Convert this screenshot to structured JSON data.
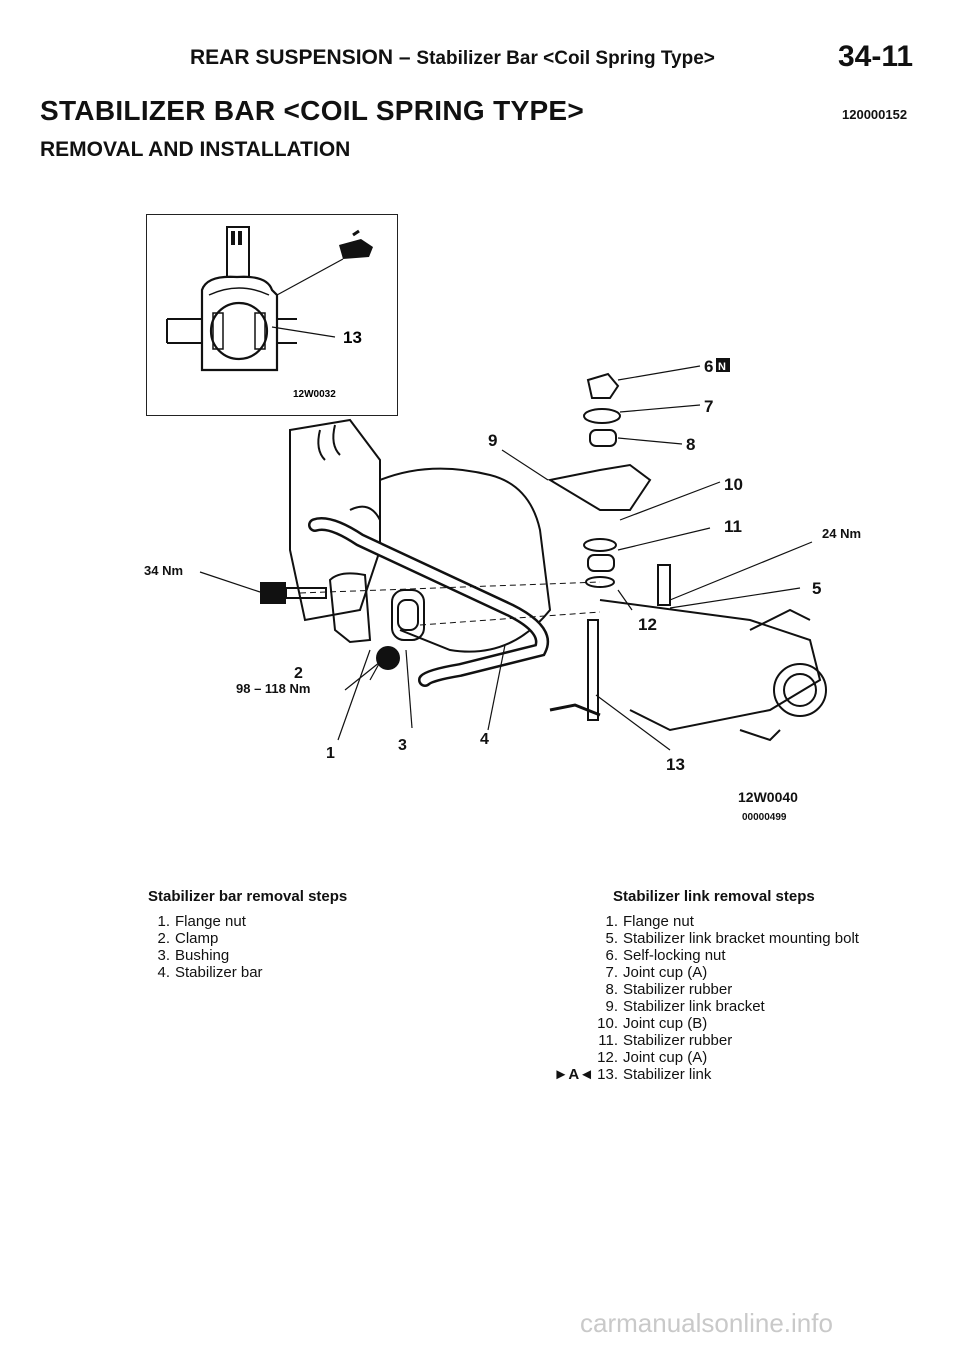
{
  "header": {
    "section": "REAR SUSPENSION",
    "dash": "–",
    "subsection": "Stabilizer Bar <Coil Spring Type>",
    "page_number": "34-11"
  },
  "title": "STABILIZER BAR <COIL SPRING TYPE>",
  "doc_id": "120000152",
  "subtitle": "REMOVAL AND INSTALLATION",
  "inset": {
    "callout": "13",
    "figure_code": "12W0032"
  },
  "diagram": {
    "figure_code": "12W0040",
    "figure_serial": "00000499",
    "callouts": {
      "c1": "1",
      "c2": "2",
      "c3": "3",
      "c4": "4",
      "c5": "5",
      "c6": "6",
      "c6_badge": "N",
      "c7": "7",
      "c8": "8",
      "c9": "9",
      "c10": "10",
      "c11": "11",
      "c12": "12",
      "c13": "13"
    },
    "torques": {
      "t34": "34 Nm",
      "t98": "98 – 118 Nm",
      "t24": "24 Nm"
    }
  },
  "bar_steps": {
    "title": "Stabilizer bar removal steps",
    "items": [
      {
        "num": "1.",
        "text": "Flange nut"
      },
      {
        "num": "2.",
        "text": "Clamp"
      },
      {
        "num": "3.",
        "text": "Bushing"
      },
      {
        "num": "4.",
        "text": "Stabilizer bar"
      }
    ]
  },
  "link_steps": {
    "title": "Stabilizer link removal steps",
    "items": [
      {
        "num": "1.",
        "text": "Flange nut",
        "marker": ""
      },
      {
        "num": "5.",
        "text": "Stabilizer link bracket mounting bolt",
        "marker": ""
      },
      {
        "num": "6.",
        "text": "Self-locking nut",
        "marker": ""
      },
      {
        "num": "7.",
        "text": "Joint cup (A)",
        "marker": ""
      },
      {
        "num": "8.",
        "text": "Stabilizer rubber",
        "marker": ""
      },
      {
        "num": "9.",
        "text": "Stabilizer link bracket",
        "marker": ""
      },
      {
        "num": "10.",
        "text": "Joint cup (B)",
        "marker": ""
      },
      {
        "num": "11.",
        "text": "Stabilizer rubber",
        "marker": ""
      },
      {
        "num": "12.",
        "text": "Joint cup (A)",
        "marker": ""
      },
      {
        "num": "13.",
        "text": "Stabilizer link",
        "marker": "►A◄"
      }
    ]
  },
  "watermark": "carmanualsonline.info"
}
